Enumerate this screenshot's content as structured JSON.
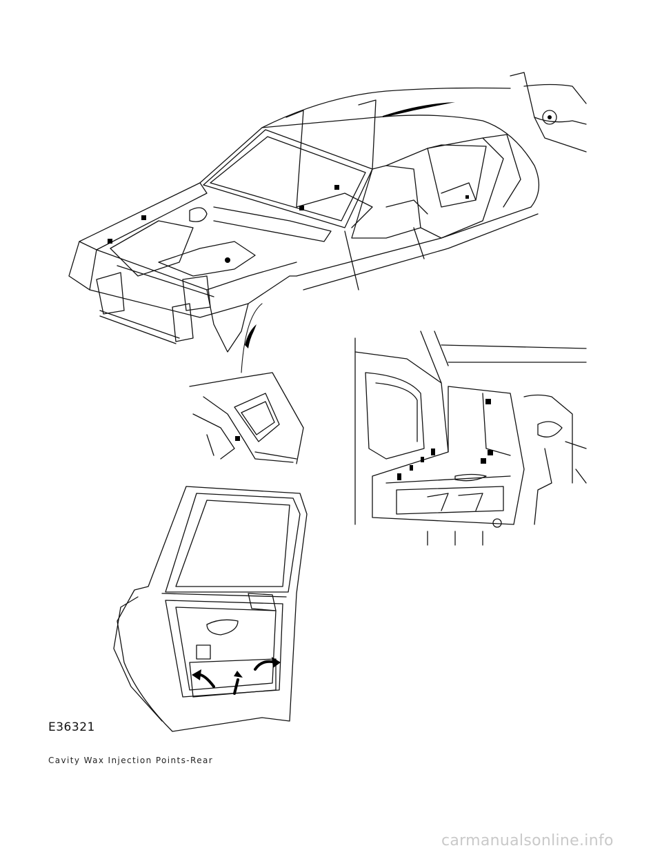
{
  "figure": {
    "reference_code": "E36321",
    "caption": "Cavity Wax Injection Points-Rear"
  },
  "watermark": {
    "text": "carmanualsonline.info"
  },
  "colors": {
    "line": "#111111",
    "marker": "#000000",
    "watermark": "#c9c9c9"
  }
}
